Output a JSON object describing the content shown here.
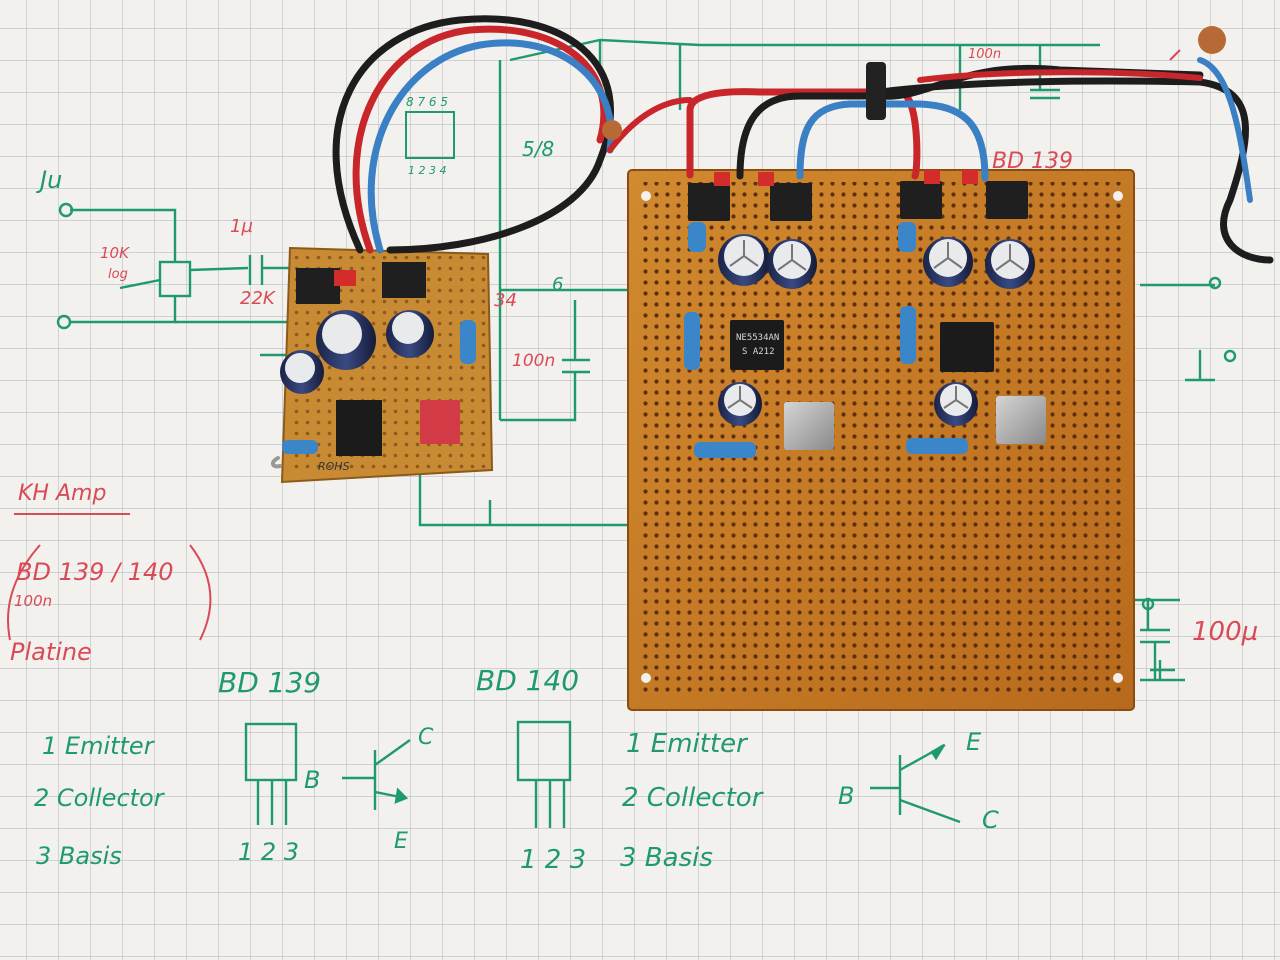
{
  "paper": {
    "paper_color": "#f2f1ee",
    "grid_color": "#b9bcc4",
    "ink_green": "#1f9a6c",
    "ink_red": "#d94a57"
  },
  "notes": {
    "input_label": "Ju",
    "cap_1u": "1µ",
    "pot_label": "10K",
    "pot_label2": "log",
    "res_22k": "22K",
    "ic_pins_top": "8 7 6 5",
    "ic_pins_bottom": "1 2 3 4",
    "pin_58": "5/8",
    "pin_34": "34",
    "pin_6": "6",
    "cap_100n": "100n",
    "cap_100n_top": "100n",
    "cap_100u": "100µ",
    "bd139_top": "BD 139",
    "hp_amp": "KH Amp",
    "bd_pair": "BD 139 / 140",
    "note_100n": "100n",
    "platine": "Platine",
    "bd139_heading": "BD 139",
    "bd140_heading": "BD 140",
    "left_pin1": "1 Emitter",
    "left_pin2": "2 Collector",
    "left_pin3": "3 Basis",
    "left_pin_numbers": "1 2 3",
    "left_b": "B",
    "left_c": "C",
    "left_e": "E",
    "right_pin1": "1 Emitter",
    "right_pin2": "2 Collector",
    "right_pin3": "3 Basis",
    "right_pin_numbers": "1 2 3",
    "right_b": "B",
    "right_e": "E",
    "right_c": "C"
  },
  "boards": {
    "small_board_print": "ROHS",
    "chip_marking_1": "NE5534AN",
    "chip_marking_2": "S A212"
  }
}
